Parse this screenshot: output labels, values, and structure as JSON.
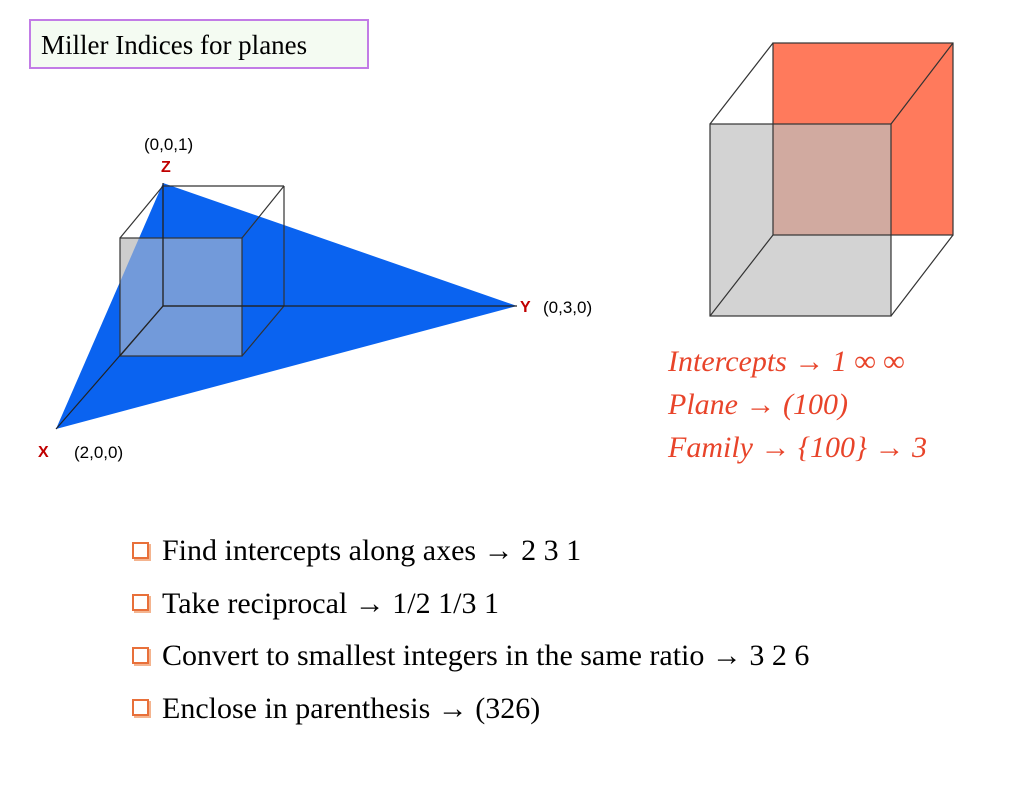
{
  "title": "Miller Indices for planes",
  "left_diagram": {
    "z_point": "(0,0,1)",
    "z_axis": "Z",
    "y_axis": "Y",
    "y_point": "(0,3,0)",
    "x_axis": "X",
    "x_point": "(2,0,0)",
    "plane_color": "#0066ff"
  },
  "right_diagram": {
    "plane_color": "#ff7a5c",
    "lines": [
      "Intercepts → 1 ∞ ∞",
      "Plane → (100)",
      "Family → {100} → 3"
    ]
  },
  "steps": [
    {
      "icon": "checkbox-bullet-icon",
      "text": "Find intercepts along axes → 2 3 1"
    },
    {
      "icon": "checkbox-bullet-icon",
      "text": "Take reciprocal → 1/2 1/3 1"
    },
    {
      "icon": "checkbox-bullet-icon",
      "text": "Convert to smallest integers in the same ratio → 3 2 6"
    },
    {
      "icon": "checkbox-bullet-icon",
      "text": "Enclose in parenthesis → (326)"
    }
  ]
}
